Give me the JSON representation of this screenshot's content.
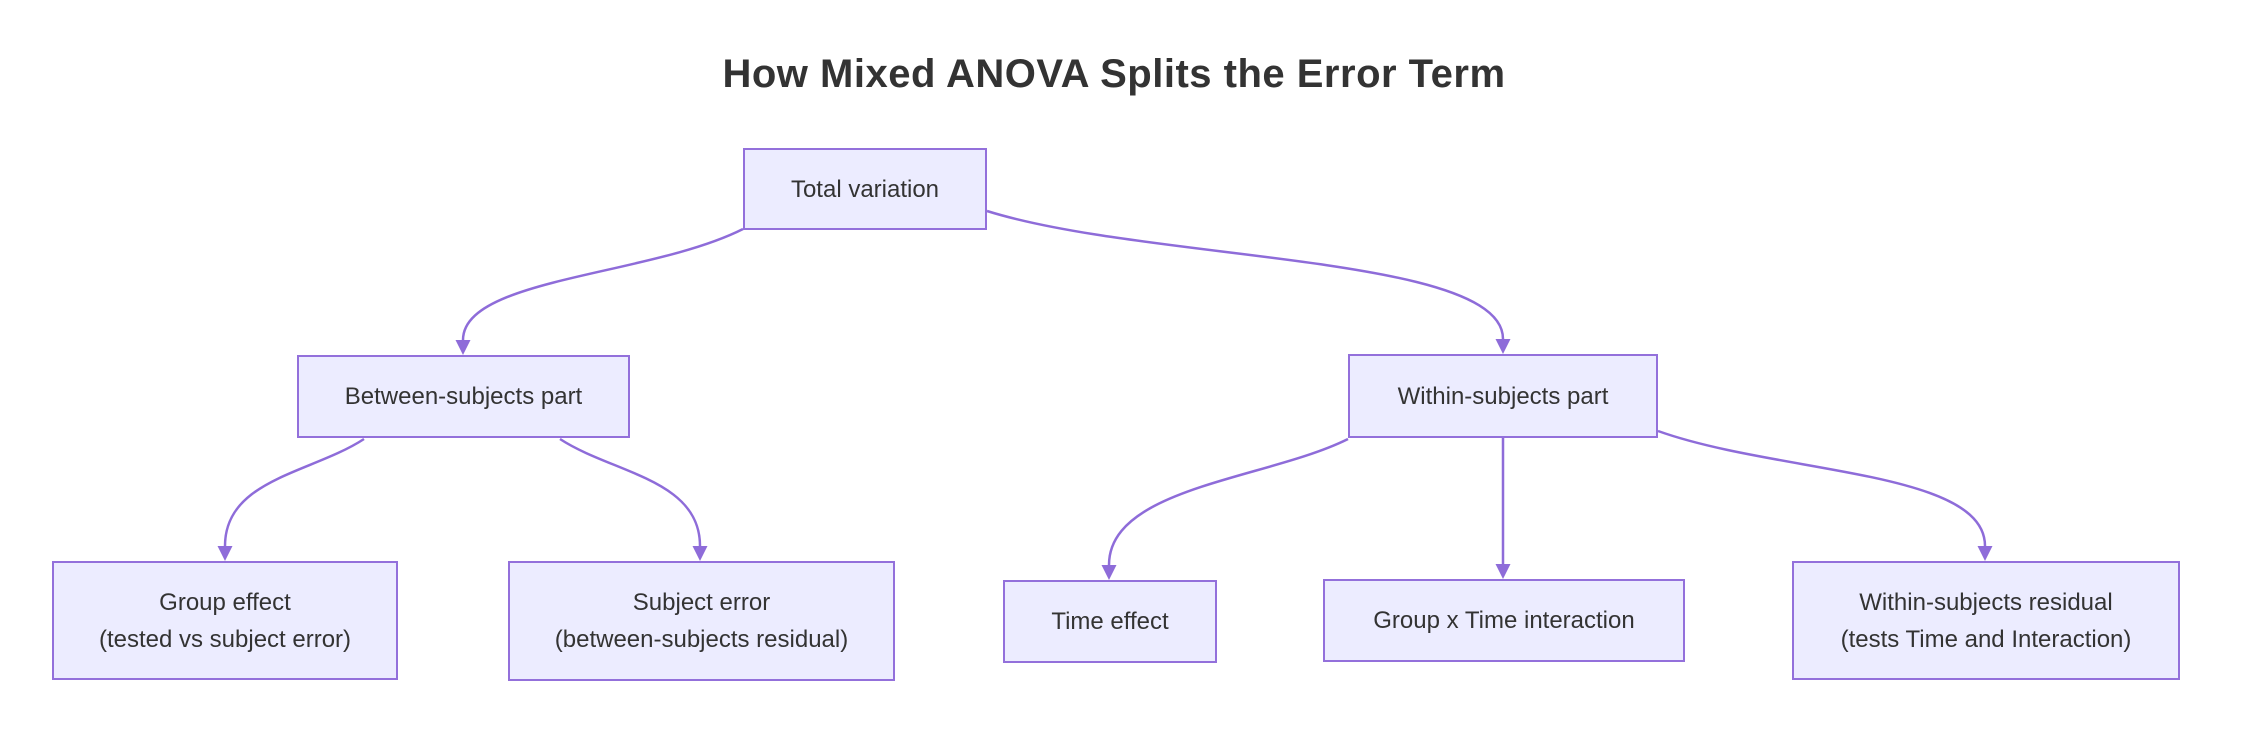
{
  "title": "How Mixed ANOVA Splits the Error Term",
  "colors": {
    "background": "#FFFFFF",
    "node_fill": "#ECECFF",
    "node_border": "#9370DB",
    "edge": "#8E6CD9",
    "text": "#333333"
  },
  "nodes": {
    "total": {
      "line1": "Total variation"
    },
    "between": {
      "line1": "Between-subjects part"
    },
    "within": {
      "line1": "Within-subjects part"
    },
    "group_effect": {
      "line1": "Group effect",
      "line2": "(tested vs subject error)"
    },
    "subject_error": {
      "line1": "Subject error",
      "line2": "(between-subjects residual)"
    },
    "time_effect": {
      "line1": "Time effect"
    },
    "interaction": {
      "line1": "Group x Time interaction"
    },
    "ws_residual": {
      "line1": "Within-subjects residual",
      "line2": "(tests Time and Interaction)"
    }
  },
  "edges": [
    {
      "from": "total",
      "to": "between"
    },
    {
      "from": "total",
      "to": "within"
    },
    {
      "from": "between",
      "to": "group_effect"
    },
    {
      "from": "between",
      "to": "subject_error"
    },
    {
      "from": "within",
      "to": "time_effect"
    },
    {
      "from": "within",
      "to": "interaction"
    },
    {
      "from": "within",
      "to": "ws_residual"
    }
  ]
}
